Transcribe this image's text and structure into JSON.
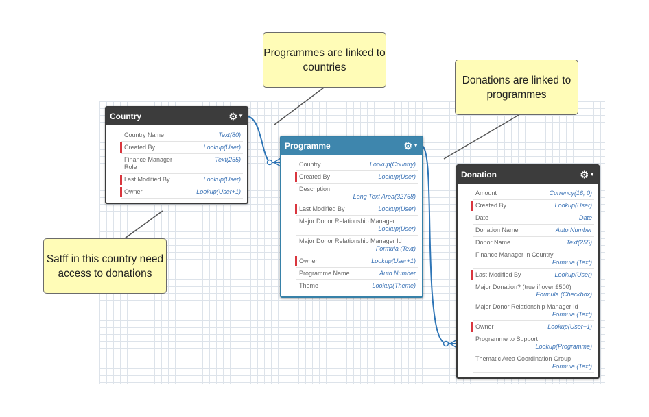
{
  "notes": {
    "programmes_countries": "Programmes are linked to countries",
    "donations_programmes": "Donations are linked to programmes",
    "staff_country": "Satff in this country need access to donations"
  },
  "entities": {
    "country": {
      "title": "Country",
      "fields": [
        {
          "name": "Country Name",
          "type": "Text(80)",
          "required": false
        },
        {
          "name": "Created By",
          "type": "Lookup(User)",
          "required": true
        },
        {
          "name": "Finance Manager Role",
          "type": "Text(255)",
          "required": false
        },
        {
          "name": "Last Modified By",
          "type": "Lookup(User)",
          "required": true
        },
        {
          "name": "Owner",
          "type": "Lookup(User+1)",
          "required": true
        }
      ]
    },
    "programme": {
      "title": "Programme",
      "fields": [
        {
          "name": "Country",
          "type": "Lookup(Country)",
          "required": false
        },
        {
          "name": "Created By",
          "type": "Lookup(User)",
          "required": true
        },
        {
          "name": "Description",
          "type": "Long Text Area(32768)",
          "required": false
        },
        {
          "name": "Last Modified By",
          "type": "Lookup(User)",
          "required": true
        },
        {
          "name": "Major Donor Relationship Manager",
          "type": "Lookup(User)",
          "required": false
        },
        {
          "name": "Major Donor Relationship Manager Id",
          "type": "Formula (Text)",
          "required": false
        },
        {
          "name": "Owner",
          "type": "Lookup(User+1)",
          "required": true
        },
        {
          "name": "Programme Name",
          "type": "Auto Number",
          "required": false
        },
        {
          "name": "Theme",
          "type": "Lookup(Theme)",
          "required": false
        }
      ]
    },
    "donation": {
      "title": "Donation",
      "fields": [
        {
          "name": "Amount",
          "type": "Currency(16, 0)",
          "required": false
        },
        {
          "name": "Created By",
          "type": "Lookup(User)",
          "required": true
        },
        {
          "name": "Date",
          "type": "Date",
          "required": false
        },
        {
          "name": "Donation Name",
          "type": "Auto Number",
          "required": false
        },
        {
          "name": "Donor Name",
          "type": "Text(255)",
          "required": false
        },
        {
          "name": "Finance Manager in Country",
          "type": "Formula (Text)",
          "required": false
        },
        {
          "name": "Last Modified By",
          "type": "Lookup(User)",
          "required": true
        },
        {
          "name": "Major Donation? (true if over £500)",
          "type": "Formula (Checkbox)",
          "required": false
        },
        {
          "name": "Major Donor Relationship Manager Id",
          "type": "Formula (Text)",
          "required": false
        },
        {
          "name": "Owner",
          "type": "Lookup(User+1)",
          "required": true
        },
        {
          "name": "Programme to Support",
          "type": "Lookup(Programme)",
          "required": false
        },
        {
          "name": "Thematic Area Coordination Group",
          "type": "Formula (Text)",
          "required": false
        }
      ]
    }
  },
  "icons": {
    "settings": "gear-icon",
    "menu": "caret-down-icon"
  },
  "colors": {
    "note_fill": "#fffcb7",
    "header_dark": "#3c3c3c",
    "header_blue": "#3e86ad",
    "connector": "#2e75b6",
    "required_marker": "#d9363e",
    "field_type": "#3a72b5"
  }
}
